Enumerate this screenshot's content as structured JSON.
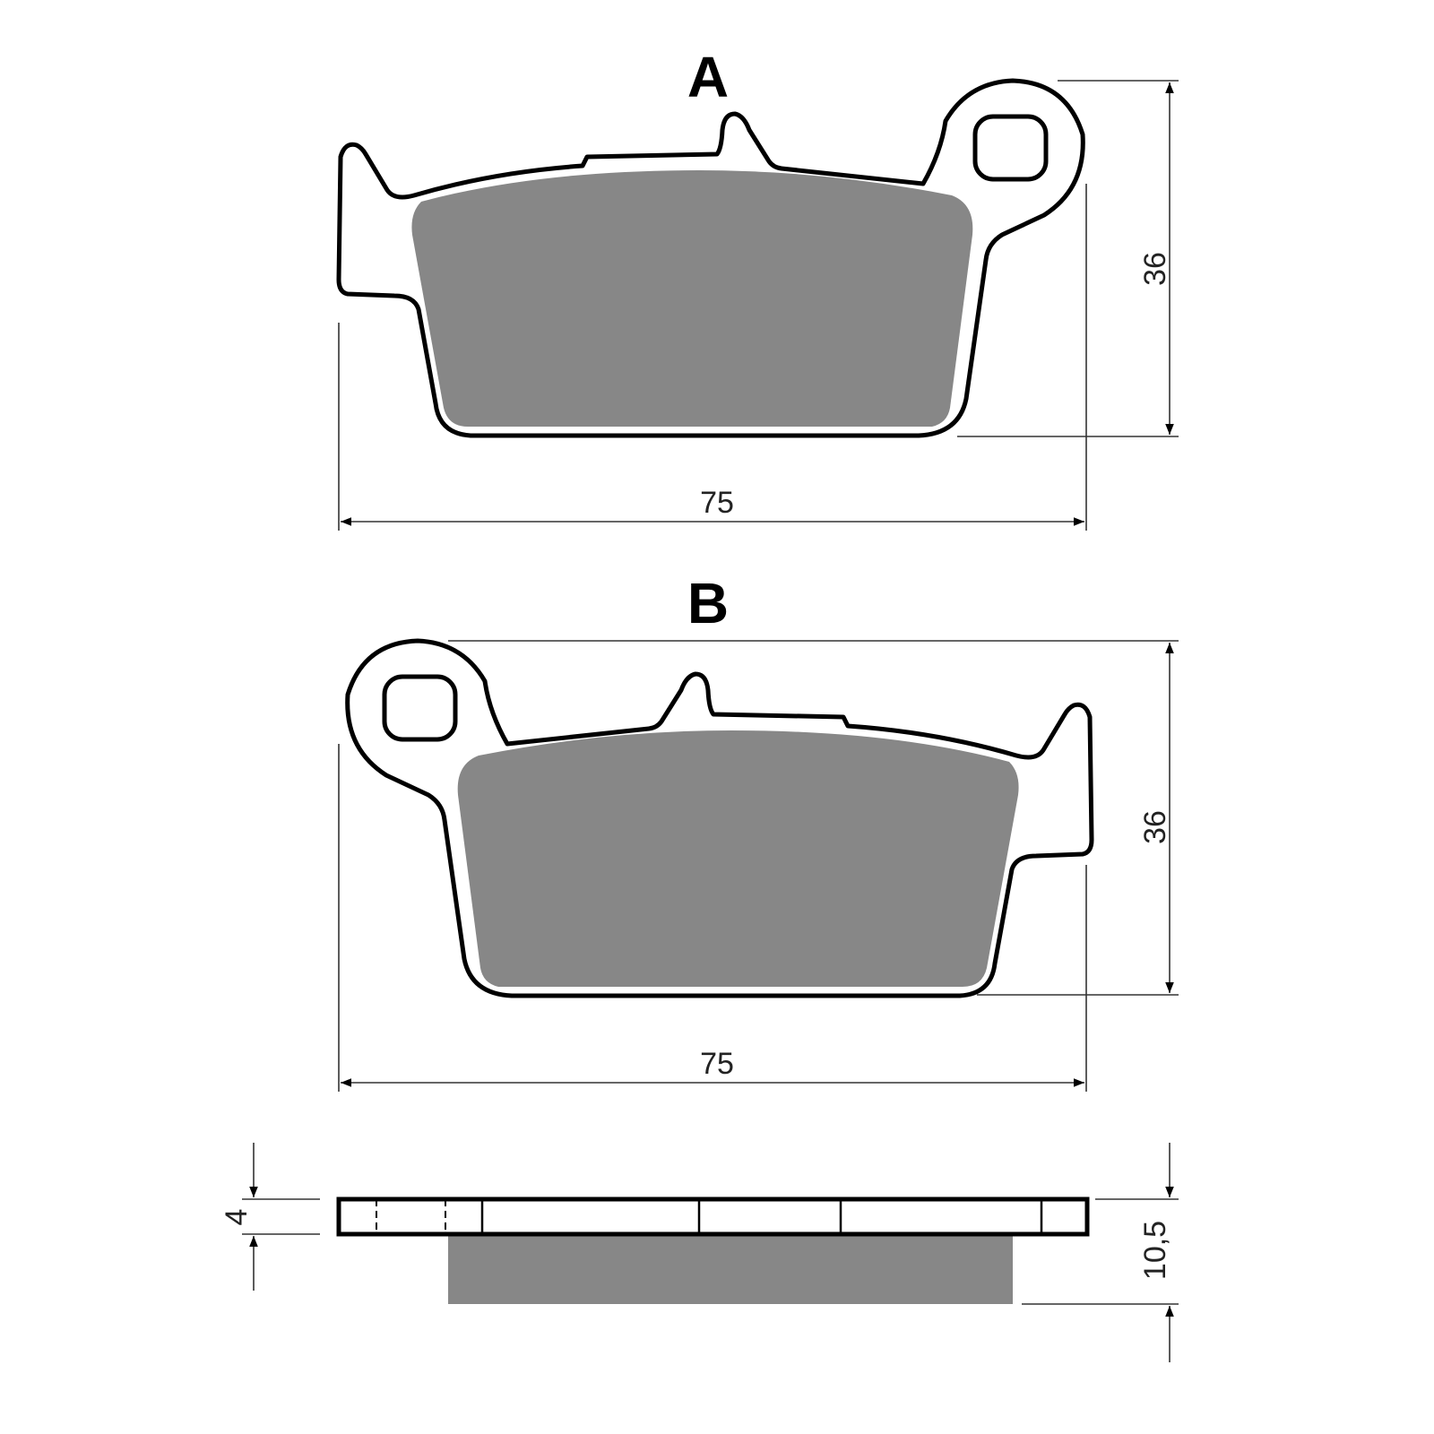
{
  "views": {
    "a": {
      "label": "A",
      "height_dim": "36",
      "width_dim": "75"
    },
    "b": {
      "label": "B",
      "height_dim": "36",
      "width_dim": "75"
    },
    "side": {
      "backplate_dim": "4",
      "total_dim": "10,5"
    }
  },
  "colors": {
    "friction": "#878787",
    "outline": "#000000"
  }
}
